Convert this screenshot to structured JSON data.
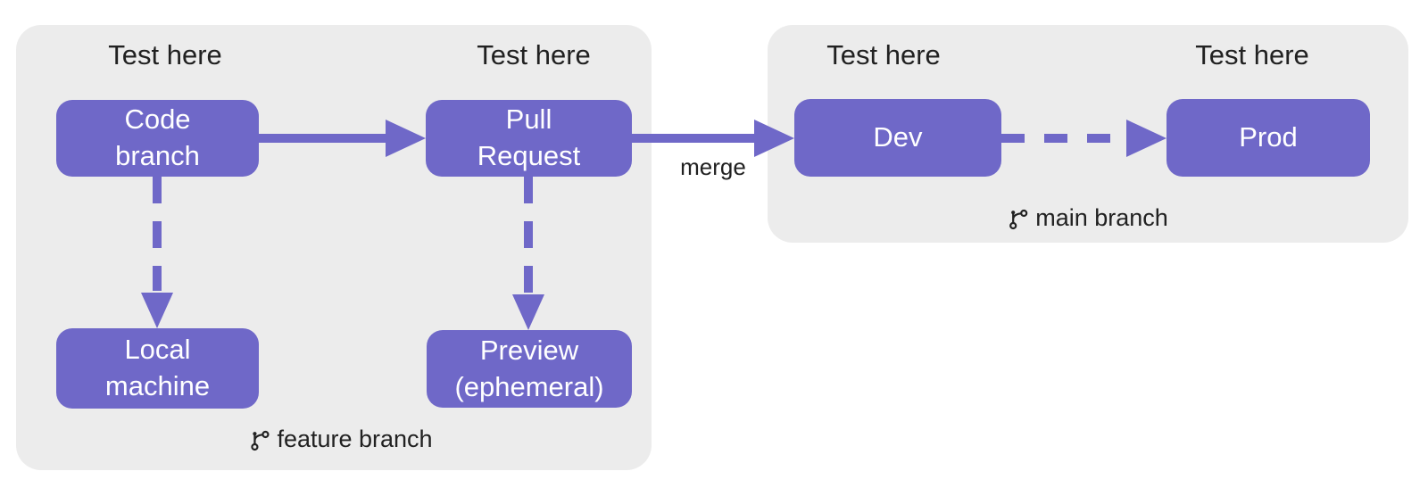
{
  "diagram": {
    "colors": {
      "container_bg": "#ececec",
      "node_bg": "#6f68c8",
      "node_text": "#ffffff",
      "label_text": "#212121",
      "arrow": "#6f68c8",
      "page_bg": "#ffffff"
    },
    "test_labels": [
      "Test here",
      "Test here",
      "Test here",
      "Test here"
    ],
    "groups": [
      {
        "id": "feature",
        "branch_label": "feature branch",
        "icon": "git-branch-icon"
      },
      {
        "id": "main",
        "branch_label": "main branch",
        "icon": "git-branch-icon"
      }
    ],
    "nodes": [
      {
        "id": "code-branch",
        "label": "Code\nbranch"
      },
      {
        "id": "pull-request",
        "label": "Pull\nRequest"
      },
      {
        "id": "local-machine",
        "label": "Local\nmachine"
      },
      {
        "id": "preview",
        "label": "Preview\n(ephemeral)"
      },
      {
        "id": "dev",
        "label": "Dev"
      },
      {
        "id": "prod",
        "label": "Prod"
      }
    ],
    "edges": [
      {
        "from": "code-branch",
        "to": "pull-request",
        "style": "solid",
        "label": ""
      },
      {
        "from": "pull-request",
        "to": "dev",
        "style": "solid",
        "label": "merge"
      },
      {
        "from": "dev",
        "to": "prod",
        "style": "dashed",
        "label": ""
      },
      {
        "from": "code-branch",
        "to": "local-machine",
        "style": "dashed",
        "label": ""
      },
      {
        "from": "pull-request",
        "to": "preview",
        "style": "dashed",
        "label": ""
      }
    ]
  }
}
